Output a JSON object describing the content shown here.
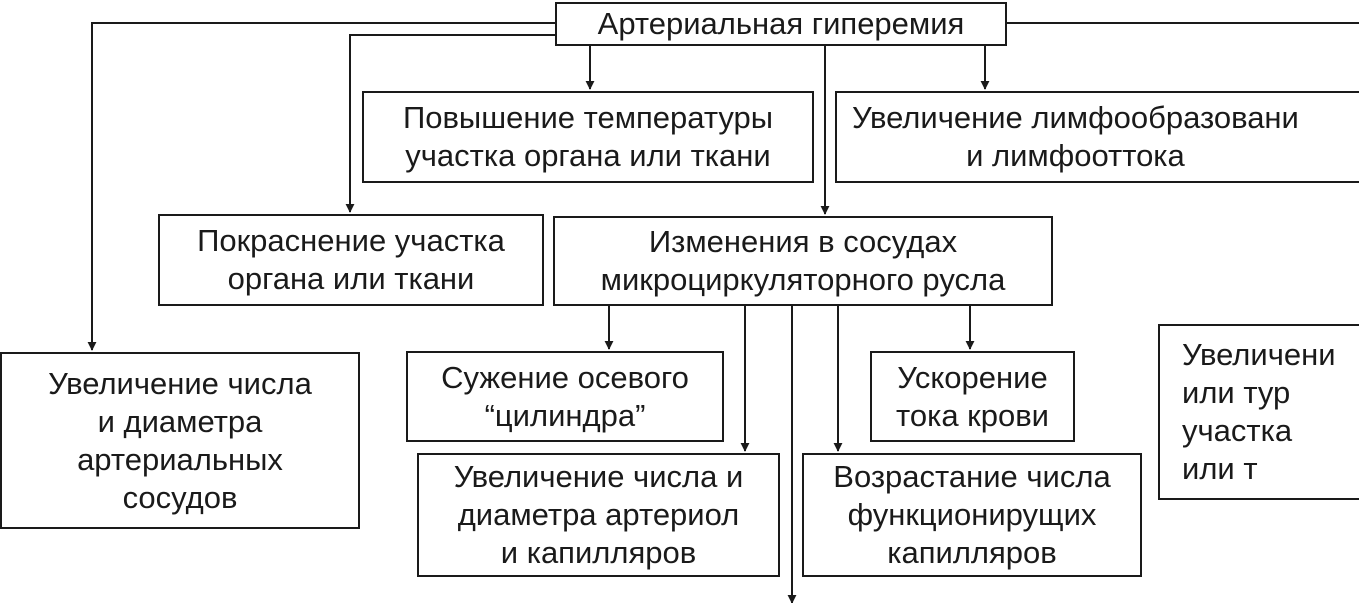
{
  "diagram": {
    "title": "Артериальная гиперемия",
    "boxes": {
      "temperature": "Повышение температуры\nучастка органа или ткани",
      "lymph": "Увеличение лимфообразовани\nи лимфооттока",
      "redness": "Покраснение участка\nоргана или ткани",
      "microvessels": "Изменения в сосудах\nмикроциркуляторного русла",
      "arterial_vessels": "Увеличение числа\nи диаметра\nартериальных\nсосудов",
      "narrowing": "Сужение осевого\n“цилиндра”",
      "acceleration": "Ускорение\nтока крови",
      "arterioles": "Увеличение числа и\nдиаметра артериол\nи капилляров",
      "functioning_capillaries": "Возрастание числа\nфункционирущих\nкапилляров",
      "right_cut": "Увеличени\nили тур\nучастка\nили т"
    }
  }
}
